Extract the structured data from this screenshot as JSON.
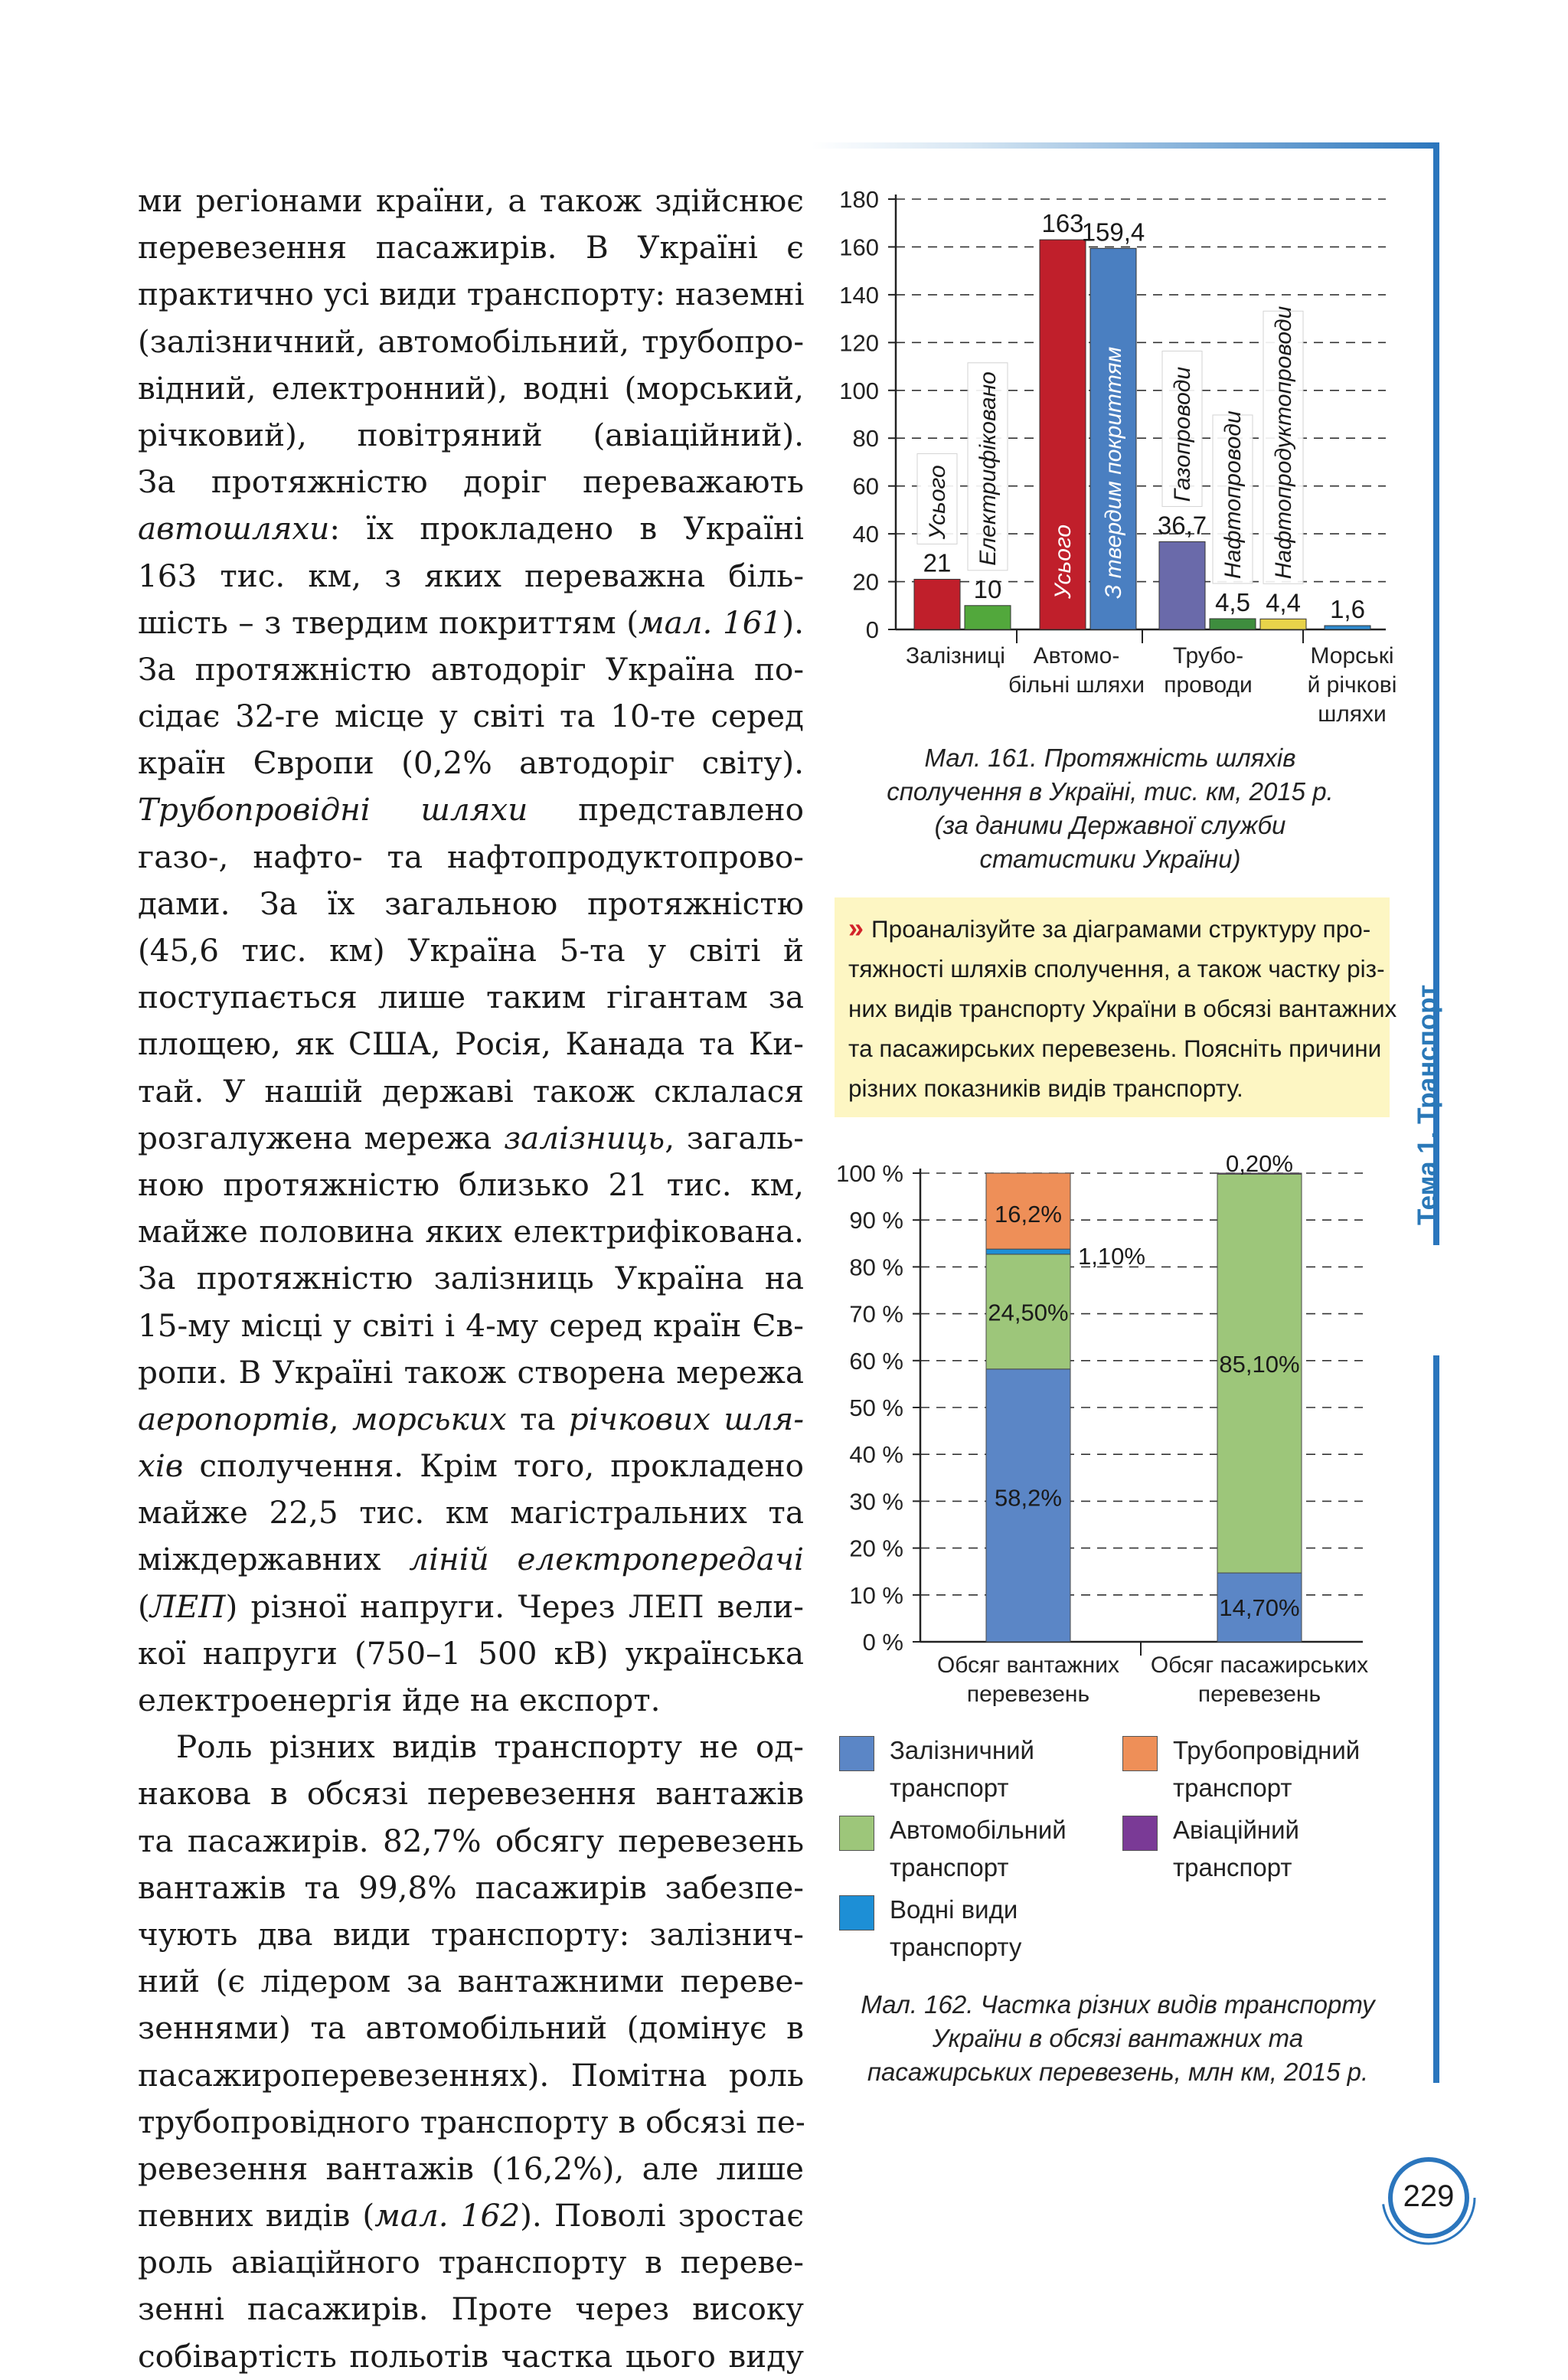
{
  "body_lines": [
    [
      "ми регіонами країни, а також здійснює",
      "j"
    ],
    [
      "перевезення пасажирів. В Україні є",
      "j"
    ],
    [
      "практично усі види транспорту: наземні",
      "j"
    ],
    [
      "(залізничний, автомобільний, трубопро-",
      "j"
    ],
    [
      "відний, електронний), водні (морський,",
      "j"
    ],
    [
      "річковий), повітряний (авіаційний).",
      "j"
    ],
    [
      "За протяжністю доріг переважають",
      "j"
    ],
    [
      "$автошляхи$: їх прокладено в Україні",
      "j"
    ],
    [
      "163 тис. км, з яких переважна біль-",
      "j"
    ],
    [
      "шість – з твердим покриттям ($мал. 161$).",
      "j"
    ],
    [
      "За протяжністю автодоріг Україна по-",
      "j"
    ],
    [
      "сідає 32-ге місце у світі та 10-те серед",
      "j"
    ],
    [
      "країн Європи (0,2% автодоріг світу).",
      "j"
    ],
    [
      "$Трубопровідні шляхи$ представлено",
      "j"
    ],
    [
      "газо-, нафто- та нафтопродуктопрово-",
      "j"
    ],
    [
      "дами. За їх загальною протяжністю",
      "j"
    ],
    [
      "(45,6 тис. км) Україна 5-та у світі й",
      "j"
    ],
    [
      "поступається лише таким гігантам за",
      "j"
    ],
    [
      "площею, як США, Росія, Канада та Ки-",
      "j"
    ],
    [
      "тай. У нашій державі також склалася",
      "j"
    ],
    [
      "розгалужена мережа $залізниць$, загаль-",
      "j"
    ],
    [
      "ною протяжністю близько 21 тис. км,",
      "j"
    ],
    [
      "майже половина яких електрифікована.",
      "j"
    ],
    [
      "За протяжністю залізниць Україна на",
      "j"
    ],
    [
      "15-му місці у світі і 4-му серед країн Єв-",
      "j"
    ],
    [
      "ропи. В Україні також створена мережа",
      "j"
    ],
    [
      "$аеропортів$, $морських$ та $річкових шля-$",
      "j"
    ],
    [
      "$хів$ сполучення. Крім того, прокладено",
      "j"
    ],
    [
      "майже 22,5 тис. км магістральних та",
      "j"
    ],
    [
      "міждержавних $ліній електропередачі$",
      "j"
    ],
    [
      "($ЛЕП$) різної напруги. Через ЛЕП вели-",
      "j"
    ],
    [
      "кої напруги (750–1 500 кВ) українська",
      "j"
    ],
    [
      "електроенергія йде на експорт.",
      "l"
    ],
    [
      "Роль різних видів транспорту не од-",
      "ji"
    ],
    [
      "накова в обсязі перевезення вантажів",
      "j"
    ],
    [
      "та пасажирів. 82,7% обсягу перевезень",
      "j"
    ],
    [
      "вантажів та 99,8% пасажирів забезпе-",
      "j"
    ],
    [
      "чують два види транспорту: залізнич-",
      "j"
    ],
    [
      "ний (є лідером за вантажними переве-",
      "j"
    ],
    [
      "зеннями) та автомобільний (домінує в",
      "j"
    ],
    [
      "пасажироперевезеннях). Помітна роль",
      "j"
    ],
    [
      "трубопровідного транспорту в обсязі пе-",
      "j"
    ],
    [
      "ревезення вантажів (16,2%), але лише",
      "j"
    ],
    [
      "певних видів ($мал. 162$). Поволі зростає",
      "j"
    ],
    [
      "роль авіаційного транспорту в переве-",
      "j"
    ],
    [
      "зенні пасажирів. Проте через високу",
      "j"
    ],
    [
      "собівартість польотів частка цього виду",
      "j"
    ]
  ],
  "side_title": "Тема 1. Транспорт",
  "page_number": "229",
  "fig161": {
    "caption": [
      "Мал. 161. Протяжність шляхів",
      "сполучення в Україні, тис. км, 2015 р.",
      "(за даними Державної служби",
      "статистики України)"
    ]
  },
  "task": {
    "text": "Проаналізуйте за діаграмами структуру протяжності шляхів сполучення, а також частку різних видів транспорту України в обсязі вантажних та пасажирських перевезень. Поясніть причини різних показників видів транспорту.",
    "lines": [
      "Проаналізуйте за діаграмами структуру про-",
      "тяжності шляхів сполучення, а також частку різ-",
      "них видів транспорту України в обсязі вантажних",
      "та пасажирських перевезень. Поясніть причини",
      "різних показників видів транспорту."
    ]
  },
  "fig162": {
    "caption": [
      "Мал. 162. Частка різних видів транспорту",
      "України в обсязі вантажних та",
      "пасажирських перевезень, млн км, 2015 р."
    ]
  },
  "chart_data": [
    {
      "type": "bar",
      "ylim": [
        0,
        180
      ],
      "yticks": [
        "0",
        "20",
        "40",
        "60",
        "80",
        "100",
        "120",
        "140",
        "160",
        "180"
      ],
      "grid": "dashed horizontal",
      "groups": [
        {
          "label": [
            "Залізниці"
          ],
          "bars": [
            {
              "name": "Усього",
              "value": 21,
              "value_label": "21",
              "color": "#c01f2b"
            },
            {
              "name": "Електрифіковано",
              "value": 10,
              "value_label": "10",
              "color": "#52a83c"
            }
          ]
        },
        {
          "label": [
            "Автомо-",
            "більні шляхи"
          ],
          "bars": [
            {
              "name": "Усього",
              "value": 163,
              "value_label": "163",
              "color": "#c01f2b"
            },
            {
              "name": "З твердим покриттям",
              "value": 159.4,
              "value_label": "159,4",
              "color": "#4a7fc1"
            }
          ]
        },
        {
          "label": [
            "Трубо-",
            "проводи"
          ],
          "bars": [
            {
              "name": "Газопроводи",
              "value": 36.7,
              "value_label": "36,7",
              "color": "#6a6aaa"
            },
            {
              "name": "Нафтопроводи",
              "value": 4.5,
              "value_label": "4,5",
              "color": "#3e8d3e"
            },
            {
              "name": "Нафтопродуктопроводи",
              "value": 4.4,
              "value_label": "4,4",
              "color": "#e8d34a"
            }
          ]
        },
        {
          "label": [
            "Морські",
            "й річкові",
            "шляхи"
          ],
          "bars": [
            {
              "name": "",
              "value": 1.6,
              "value_label": "1,6",
              "color": "#2f8bd0"
            }
          ]
        }
      ]
    },
    {
      "type": "bar",
      "stacked": true,
      "ylim": [
        0,
        100
      ],
      "yticks": [
        "0 %",
        "10 %",
        "20 %",
        "30 %",
        "40 %",
        "50 %",
        "60 %",
        "70 %",
        "80 %",
        "90 %",
        "100 %"
      ],
      "grid": "dashed horizontal",
      "categories": [
        [
          "Обсяг вантажних",
          "перевезень"
        ],
        [
          "Обсяг пасажирських",
          "перевезень"
        ]
      ],
      "series": [
        {
          "name": "Залізничний транспорт",
          "legend": [
            "Залізничний",
            "транспорт"
          ],
          "color": "#5b86c6",
          "values": [
            58.2,
            14.7
          ],
          "labels": [
            "58,2%",
            "14,70%"
          ]
        },
        {
          "name": "Автомобільний транспорт",
          "legend": [
            "Автомобільний",
            "транспорт"
          ],
          "color": "#9dc67a",
          "values": [
            24.5,
            85.1
          ],
          "labels": [
            "24,50%",
            "85,10%"
          ]
        },
        {
          "name": "Водні види транспорту",
          "legend": [
            "Водні види",
            "транспорту"
          ],
          "color": "#1d8fd6",
          "values": [
            1.1,
            0
          ],
          "labels": [
            "1,10%",
            ""
          ]
        },
        {
          "name": "Трубопровідний транспорт",
          "legend": [
            "Трубопровідний",
            "транспорт"
          ],
          "color": "#ee8f58",
          "values": [
            16.2,
            0
          ],
          "labels": [
            "16,2%",
            ""
          ]
        },
        {
          "name": "Авіаційний транспорт",
          "legend": [
            "Авіаційний",
            "транспорт"
          ],
          "color": "#7a3a96",
          "values": [
            0,
            0.2
          ],
          "labels": [
            "",
            "0,20%"
          ]
        }
      ]
    }
  ]
}
